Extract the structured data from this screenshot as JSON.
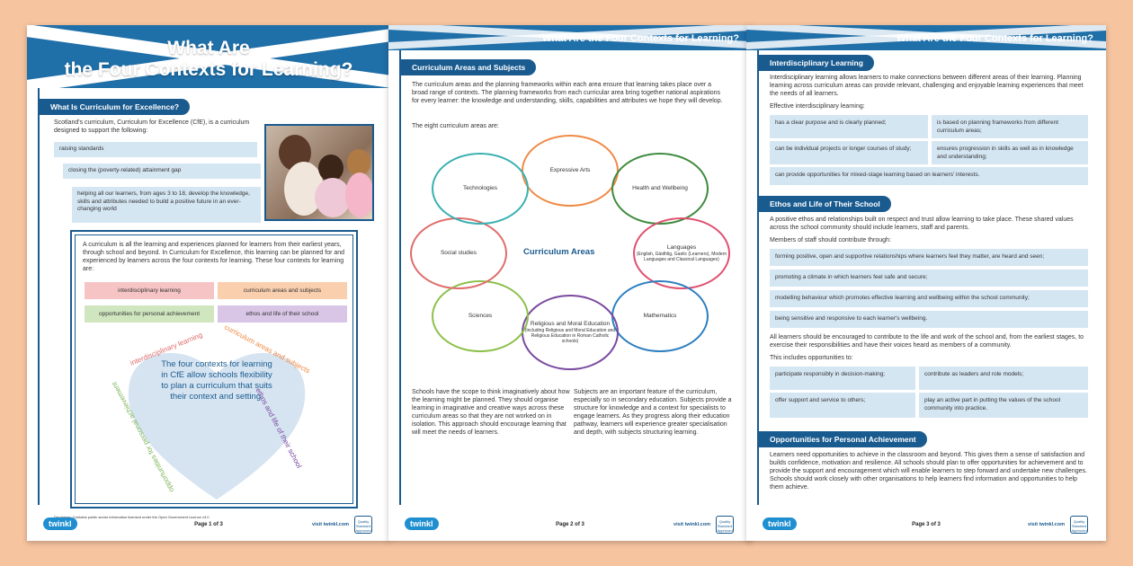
{
  "page1": {
    "title_line1": "What Are",
    "title_line2": "the Four Contexts for Learning?",
    "section_title": "What Is Curriculum for Excellence?",
    "intro": "Scotland's curriculum, Curriculum for Excellence (CfE), is a curriculum designed to support the following:",
    "supports": [
      "raising standards",
      "closing the (poverty-related) attainment gap",
      "helping all our learners, from ages 3 to 18, develop the knowledge, skills and attributes needed to build a positive future in an ever-changing world"
    ],
    "box_text": "A curriculum is all the learning and experiences planned for learners from their earliest years, through school and beyond. In Curriculum for Excellence, this learning can be planned for and experienced by learners across the four contexts for learning. These four contexts for learning are:",
    "contexts": [
      {
        "label": "interdisciplinary learning",
        "color": "#f6c4c4"
      },
      {
        "label": "curriculum areas and subjects",
        "color": "#f9cfae"
      },
      {
        "label": "opportunities for personal achievement",
        "color": "#cfe6bf"
      },
      {
        "label": "ethos and life of their school",
        "color": "#d9c6e6"
      }
    ],
    "heart_text": "The four contexts for learning in CfE allow schools flexibility to plan a curriculum that suits their context and setting.",
    "heart_labels": [
      {
        "text": "interdisciplinary learning",
        "color": "#e06c6c"
      },
      {
        "text": "curriculum areas and subjects",
        "color": "#ef8a45"
      },
      {
        "text": "ethos and life of their school",
        "color": "#7a4aa0"
      },
      {
        "text": "opportunities for personal achievement",
        "color": "#7fb55a"
      }
    ],
    "disclaimer": "Disclaimer: Contains public sector information licensed under the Open Government Licence v3.0",
    "page_label": "Page 1 of 3"
  },
  "page2": {
    "band_title": "What Are the Four Contexts for Learning?",
    "section_title": "Curriculum Areas and Subjects",
    "intro": "The curriculum areas and the planning frameworks within each area ensure that learning takes place over a broad range of contexts. The planning frameworks from each curricular area bring together national aspirations for every learner: the knowledge and understanding, skills, capabilities and attributes we hope they will develop.",
    "areas_lead": "The eight curriculum areas are:",
    "center_label": "Curriculum Areas",
    "areas": [
      {
        "label": "Expressive Arts",
        "sub": "",
        "color": "#ef8a45"
      },
      {
        "label": "Health and Wellbeing",
        "sub": "",
        "color": "#3d8a3d"
      },
      {
        "label": "Languages",
        "sub": "(English, Gàidhlig, Gaelic (Learners), Modern Languages and Classical Languages)",
        "color": "#e05070"
      },
      {
        "label": "Mathematics",
        "sub": "",
        "color": "#2c7fc0"
      },
      {
        "label": "Religious and Moral Education",
        "sub": "(including Religious and Moral Education and Religious Education in Roman Catholic schools)",
        "color": "#7a4aa0"
      },
      {
        "label": "Sciences",
        "sub": "",
        "color": "#8cc04a"
      },
      {
        "label": "Social studies",
        "sub": "",
        "color": "#e06c6c"
      },
      {
        "label": "Technologies",
        "sub": "",
        "color": "#3ab0b0"
      }
    ],
    "col1": "Schools have the scope to think imaginatively about how the learning might be planned. They should organise learning in imaginative and creative ways across these curriculum areas so that they are not worked on in isolation. This approach should encourage learning that will meet the needs of learners.",
    "col2": "Subjects are an important feature of the curriculum, especially so in secondary education. Subjects provide a structure for knowledge and a context for specialists to engage learners. As they progress along their education pathway, learners will experience greater specialisation and depth, with subjects structuring learning.",
    "page_label": "Page 2 of 3"
  },
  "page3": {
    "band_title": "What Are the Four Contexts for Learning?",
    "s1_title": "Interdisciplinary Learning",
    "s1_intro": "Interdisciplinary learning allows learners to make connections between different areas of their learning. Planning learning across curriculum areas can provide relevant, challenging and enjoyable learning experiences that meet the needs of all learners.",
    "s1_lead": "Effective interdisciplinary learning:",
    "s1_cells": [
      "has a clear purpose and is clearly planned;",
      "is based on planning frameworks from different curriculum areas;",
      "can be individual projects or longer courses of study;",
      "ensures progression in skills as well as in knowledge and understanding;",
      "can provide opportunities for mixed-stage learning based on learners' interests."
    ],
    "s2_title": "Ethos and Life of Their School",
    "s2_intro": "A positive ethos and relationships built on respect and trust allow learning to take place. These shared values across the school community should include learners, staff and parents.",
    "s2_lead": "Members of staff should contribute through:",
    "s2_rows": [
      "forming positive, open and supportive relationships where learners feel they matter, are heard and seen;",
      "promoting a climate in which learners feel safe and secure;",
      "modelling behaviour which promotes effective learning and wellbeing within the school community;",
      "being sensitive and responsive to each learner's wellbeing."
    ],
    "s2_para": "All learners should be encouraged to contribute to the life and work of the school and, from the earliest stages, to exercise their responsibilities and have their voices heard as members of a community.",
    "s2_lead2": "This includes opportunities to:",
    "s2_cells": [
      "participate responsibly in decision-making;",
      "contribute as leaders and role models;",
      "offer support and service to others;",
      "play an active part in putting the values of the school community into practice."
    ],
    "s3_title": "Opportunities for Personal Achievement",
    "s3_text": "Learners need opportunities to achieve in the classroom and beyond. This gives them a sense of satisfaction and builds confidence, motivation and resilience. All schools should plan to offer opportunities for achievement and to provide the support and encouragement which will enable learners to step forward and undertake new challenges. Schools should work closely with other organisations to help learners find information and opportunities to help them achieve.",
    "page_label": "Page 3 of 3"
  },
  "footer": {
    "logo": "twinkl",
    "visit": "visit twinkl.com",
    "badge": "Quality Standard Approved"
  }
}
